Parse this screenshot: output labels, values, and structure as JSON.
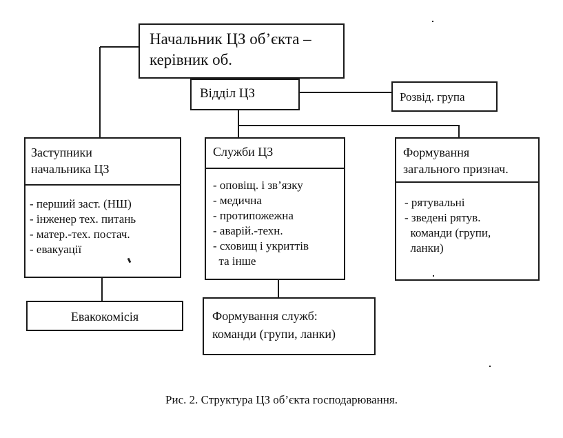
{
  "diagram": {
    "head_box": {
      "title": "Начальник ЦЗ об’єкта –\nкерівник об."
    },
    "dept_box": {
      "title": "Відділ ЦЗ"
    },
    "recon_box": {
      "title": "Розвід. група"
    },
    "deputies_box": {
      "title": "Заступники\nначальника ЦЗ",
      "items": [
        "- перший заст. (НШ)",
        "- інженер тех. питань",
        "- матер.-тех. постач.",
        "- евакуації"
      ]
    },
    "services_box": {
      "title": "Служби ЦЗ",
      "items": [
        "- оповіщ. і зв’язку",
        "- медична",
        "- протипожежна",
        "- аварій.-техн.",
        "- сховищ і укриттів",
        "  та інше"
      ]
    },
    "general_box": {
      "title": "Формування\nзагального признач.",
      "items": [
        "- рятувальні",
        "- зведені рятув.",
        "  команди (групи,",
        "  ланки)"
      ]
    },
    "evac_box": {
      "title": "Евакокомісія"
    },
    "service_units_box": {
      "title": "Формування служб:\nкоманди (групи, ланки)"
    }
  },
  "caption": "Рис. 2. Структура ЦЗ об’єкта господарювання."
}
